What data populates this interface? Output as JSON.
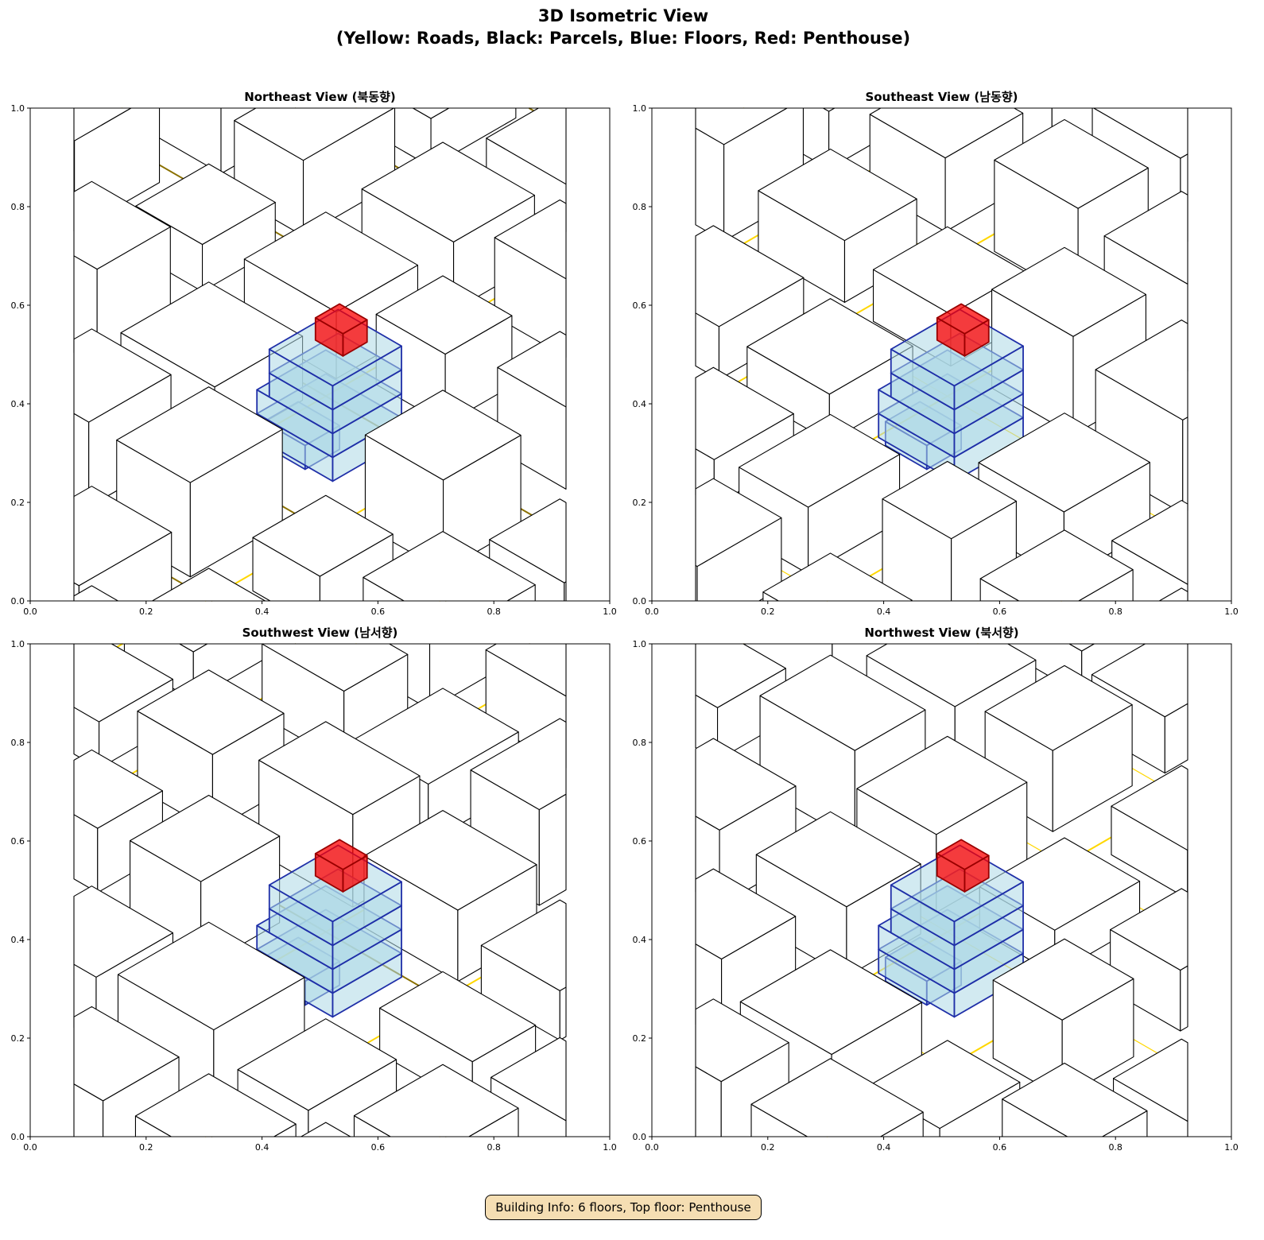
{
  "title_line1": "3D Isometric View",
  "title_line2": "(Yellow: Roads, Black: Parcels, Blue: Floors, Red: Penthouse)",
  "chart_data": [
    {
      "type": "diagram-3d",
      "title": "Northeast View (북동향)",
      "xlim": [
        0,
        1
      ],
      "ylim": [
        0,
        1
      ],
      "xticks": [
        "0.0",
        "0.2",
        "0.4",
        "0.6",
        "0.8",
        "1.0"
      ],
      "yticks": [
        "0.0",
        "0.2",
        "0.4",
        "0.6",
        "0.8",
        "1.0"
      ]
    },
    {
      "type": "diagram-3d",
      "title": "Southeast View (남동향)",
      "xlim": [
        0,
        1
      ],
      "ylim": [
        0,
        1
      ],
      "xticks": [
        "0.0",
        "0.2",
        "0.4",
        "0.6",
        "0.8",
        "1.0"
      ],
      "yticks": [
        "0.0",
        "0.2",
        "0.4",
        "0.6",
        "0.8",
        "1.0"
      ]
    },
    {
      "type": "diagram-3d",
      "title": "Southwest View (남서향)",
      "xlim": [
        0,
        1
      ],
      "ylim": [
        0,
        1
      ],
      "xticks": [
        "0.0",
        "0.2",
        "0.4",
        "0.6",
        "0.8",
        "1.0"
      ],
      "yticks": [
        "0.0",
        "0.2",
        "0.4",
        "0.6",
        "0.8",
        "1.0"
      ]
    },
    {
      "type": "diagram-3d",
      "title": "Northwest View (북서향)",
      "xlim": [
        0,
        1
      ],
      "ylim": [
        0,
        1
      ],
      "xticks": [
        "0.0",
        "0.2",
        "0.4",
        "0.6",
        "0.8",
        "1.0"
      ],
      "yticks": [
        "0.0",
        "0.2",
        "0.4",
        "0.6",
        "0.8",
        "1.0"
      ]
    }
  ],
  "building": {
    "floors": 6,
    "top_floor": "Penthouse"
  },
  "info_text": "Building Info: 6 floors, Top floor: Penthouse",
  "colors": {
    "road": "#ffd700",
    "parcel": "#000000",
    "floor_fill": "#add8e6",
    "floor_edge": "#1f2fa8",
    "penthouse": "#ff0000"
  }
}
